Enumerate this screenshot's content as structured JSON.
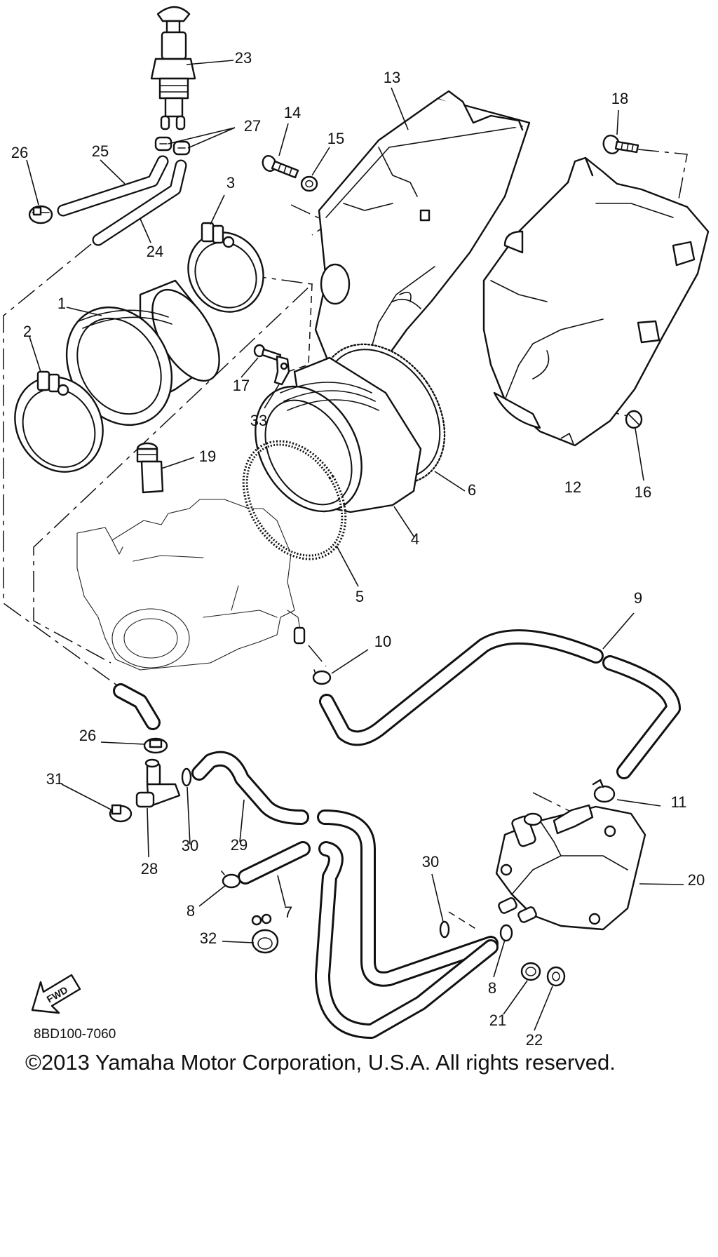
{
  "callouts": [
    {
      "id": "c23",
      "number": "23",
      "part": "p23"
    },
    {
      "id": "c27",
      "number": "27",
      "part": "p27"
    },
    {
      "id": "c26a",
      "number": "26",
      "part": "p26"
    },
    {
      "id": "c25",
      "number": "25",
      "part": "p25"
    },
    {
      "id": "c24",
      "number": "24",
      "part": "p24"
    },
    {
      "id": "c3",
      "number": "3",
      "part": "p3"
    },
    {
      "id": "c1",
      "number": "1",
      "part": "p1"
    },
    {
      "id": "c2",
      "number": "2",
      "part": "p2"
    },
    {
      "id": "c14",
      "number": "14",
      "part": "p14"
    },
    {
      "id": "c15",
      "number": "15",
      "part": "p15"
    },
    {
      "id": "c13",
      "number": "13",
      "part": "p13"
    },
    {
      "id": "c18",
      "number": "18",
      "part": "p18"
    },
    {
      "id": "c17",
      "number": "17",
      "part": "p17"
    },
    {
      "id": "c33",
      "number": "33",
      "part": "p33"
    },
    {
      "id": "c19",
      "number": "19",
      "part": "p19"
    },
    {
      "id": "c6",
      "number": "6",
      "part": "p6"
    },
    {
      "id": "c4",
      "number": "4",
      "part": "p4"
    },
    {
      "id": "c5",
      "number": "5",
      "part": "p5"
    },
    {
      "id": "c12",
      "number": "12",
      "part": "p12"
    },
    {
      "id": "c16",
      "number": "16",
      "part": "p16"
    },
    {
      "id": "c9",
      "number": "9",
      "part": "p9"
    },
    {
      "id": "c10",
      "number": "10",
      "part": "p10"
    },
    {
      "id": "c26b",
      "number": "26",
      "part": "p26"
    },
    {
      "id": "c31",
      "number": "31",
      "part": "p31"
    },
    {
      "id": "c28",
      "number": "28",
      "part": "p28"
    },
    {
      "id": "c30a",
      "number": "30",
      "part": "p30"
    },
    {
      "id": "c29",
      "number": "29",
      "part": "p29"
    },
    {
      "id": "c11",
      "number": "11",
      "part": "p11"
    },
    {
      "id": "c20",
      "number": "20",
      "part": "p20"
    },
    {
      "id": "c30b",
      "number": "30",
      "part": "p30"
    },
    {
      "id": "c8a",
      "number": "8",
      "part": "p8"
    },
    {
      "id": "c7",
      "number": "7",
      "part": "p7"
    },
    {
      "id": "c32",
      "number": "32",
      "part": "p32"
    },
    {
      "id": "c8b",
      "number": "8",
      "part": "p8"
    },
    {
      "id": "c21",
      "number": "21",
      "part": "p21"
    },
    {
      "id": "c22",
      "number": "22",
      "part": "p22"
    }
  ],
  "orientation_arrow": {
    "label": "FWD",
    "icon": "fwd-arrow-icon"
  },
  "diagram_code": "8BD100-7060",
  "copyright": "©2013 Yamaha Motor Corporation, U.S.A. All rights reserved."
}
